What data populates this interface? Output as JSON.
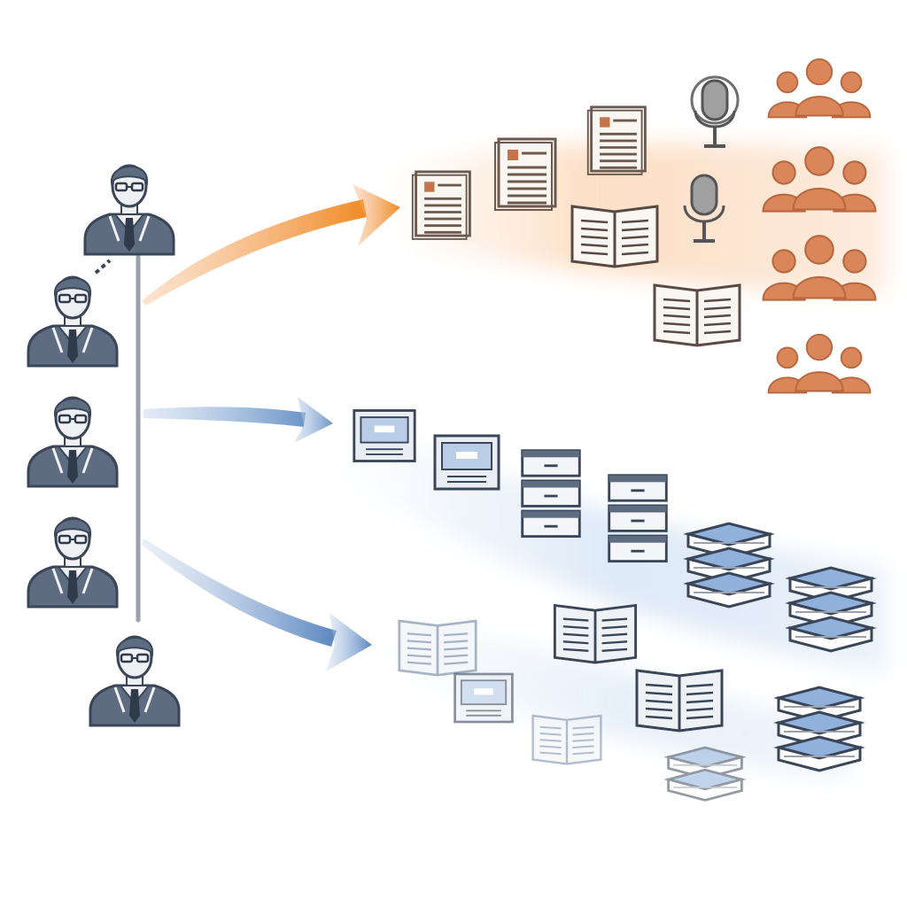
{
  "colors": {
    "background": "#ffffff",
    "person_fill": "#5d6c80",
    "person_light": "#eef0f3",
    "outline": "#3a4658",
    "orange_accent": "#f08a24",
    "orange_people": "#d9875a",
    "blue_accent": "#6a94c8",
    "blue_dark": "#4b6e9c",
    "paper": "#faf6f1",
    "line_gray": "#9aa1aa"
  },
  "icons": {
    "people": "professional-person-icon",
    "documents": "document-icon",
    "books": "open-book-icon",
    "microphones": "microphone-icon",
    "audiences": "audience-group-icon",
    "archives": "archive-box-icon",
    "stacks": "book-stack-icon"
  },
  "flows": [
    {
      "name": "upper-flow",
      "color": "orange"
    },
    {
      "name": "middle-flow",
      "color": "blue"
    },
    {
      "name": "lower-flow",
      "color": "light-blue"
    }
  ]
}
